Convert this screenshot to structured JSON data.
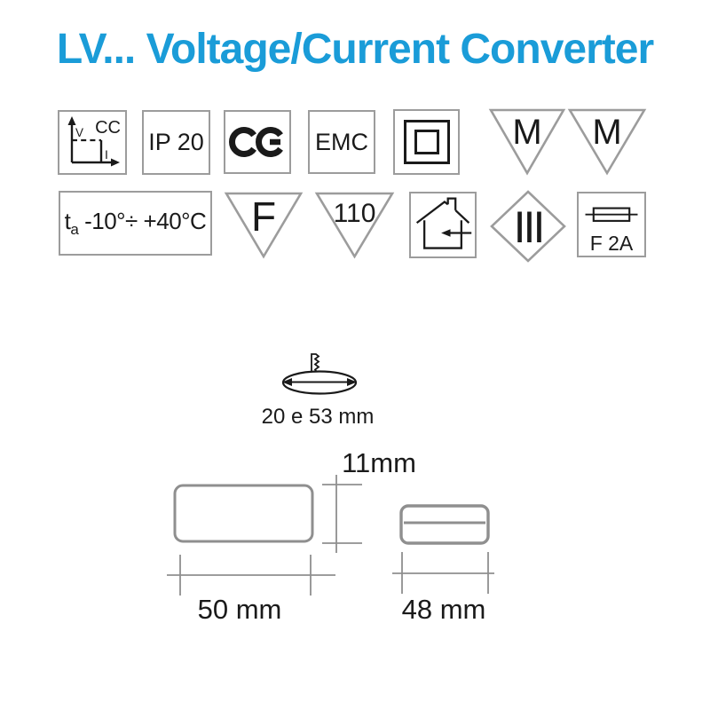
{
  "title": "LV... Voltage/Current Converter",
  "colors": {
    "accent": "#1a9cd8",
    "symbol_border_gray": "#9c9c9c",
    "drawing_gray": "#8f8f8f",
    "ink": "#1a1a1a"
  },
  "icons": {
    "cc_curve": "constant-current-curve-icon",
    "ce": "ce-mark-icon",
    "class2": "class-ii-double-insulation-icon",
    "house": "indoor-use-icon",
    "fuse": "fuse-icon",
    "cutout": "mounting-hole-cutout-icon"
  },
  "badges": {
    "cc": {
      "title": "CC",
      "v": "V",
      "i": "I"
    },
    "ip": "IP 20",
    "emc": "EMC",
    "m": "M",
    "ta": {
      "t": "t",
      "sub": "a",
      "range": " -10°÷ +40°C"
    },
    "f": "F",
    "temp110": "110",
    "class3": "III",
    "fuse": "F 2A"
  },
  "cutout": {
    "label": "20 e 53 mm"
  },
  "dims": {
    "height": "11mm",
    "body_width": "50 mm",
    "cover_width": "48 mm"
  }
}
